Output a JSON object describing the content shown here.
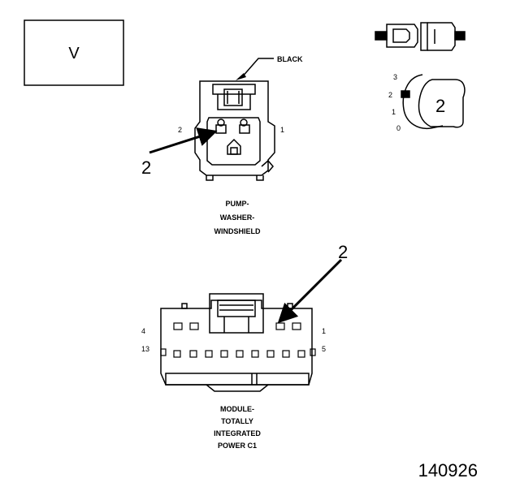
{
  "view_box_label": "V",
  "wire_color_label": "BLACK",
  "pump_connector": {
    "pin_left": "2",
    "pin_right": "1",
    "callout": "2",
    "name_lines": [
      "PUMP-",
      "WASHER-",
      "WINDSHIELD"
    ]
  },
  "position_indicator": {
    "positions": [
      "3",
      "2",
      "1",
      "0"
    ],
    "current": "2"
  },
  "module_connector": {
    "pin_top_left": "4",
    "pin_top_right": "1",
    "pin_bottom_left": "13",
    "pin_bottom_right": "5",
    "callout": "2",
    "name_lines": [
      "MODULE-",
      "TOTALLY",
      "INTEGRATED",
      "POWER C1"
    ]
  },
  "figure_number": "140926"
}
